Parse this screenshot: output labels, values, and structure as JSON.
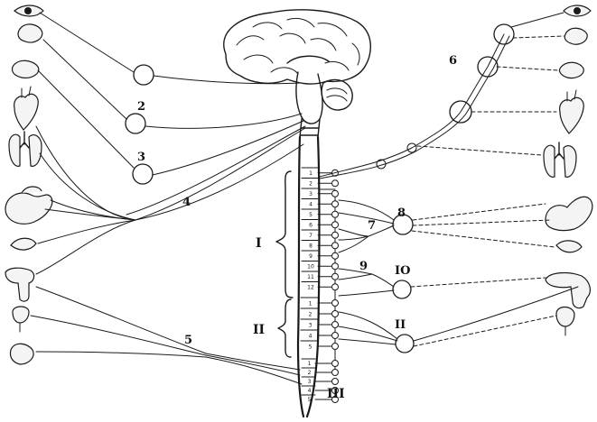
{
  "labels": {
    "n2": "2",
    "n3": "3",
    "n4": "4",
    "n5": "5",
    "n6": "6",
    "n7": "7",
    "n8": "8",
    "n9": "9",
    "n10": "IO",
    "n11": "II",
    "region_I": "I",
    "region_II": "II",
    "region_III": "III"
  },
  "spinal_segments": {
    "cervical": [
      "1",
      "2",
      "3",
      "4",
      "5",
      "6",
      "7",
      "8",
      "9",
      "10",
      "11",
      "12"
    ],
    "lumbar": [
      "1",
      "2",
      "3",
      "4",
      "5"
    ],
    "sacral": [
      "1",
      "2",
      "3",
      "4",
      "5"
    ]
  }
}
